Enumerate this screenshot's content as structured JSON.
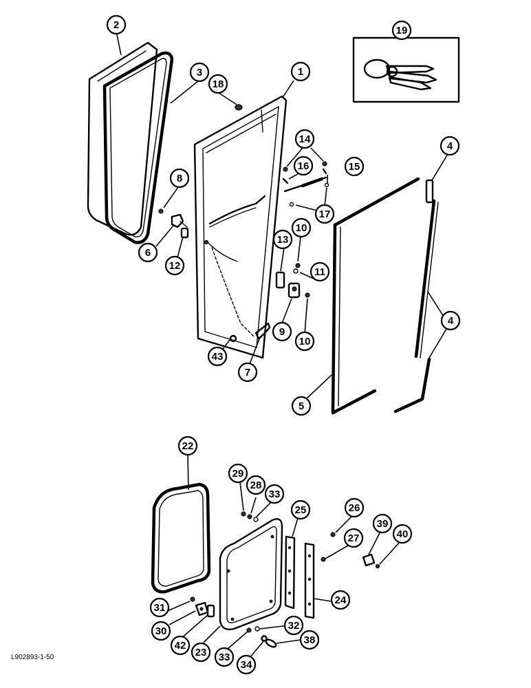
{
  "diagram": {
    "reference_code": "L902893-1-50",
    "callouts": [
      "1",
      "2",
      "3",
      "4",
      "4",
      "5",
      "6",
      "7",
      "8",
      "9",
      "10",
      "10",
      "11",
      "12",
      "13",
      "14",
      "15",
      "16",
      "17",
      "18",
      "19",
      "22",
      "23",
      "24",
      "25",
      "26",
      "27",
      "28",
      "29",
      "30",
      "31",
      "32",
      "33",
      "33",
      "34",
      "38",
      "39",
      "40",
      "42",
      "43"
    ]
  }
}
